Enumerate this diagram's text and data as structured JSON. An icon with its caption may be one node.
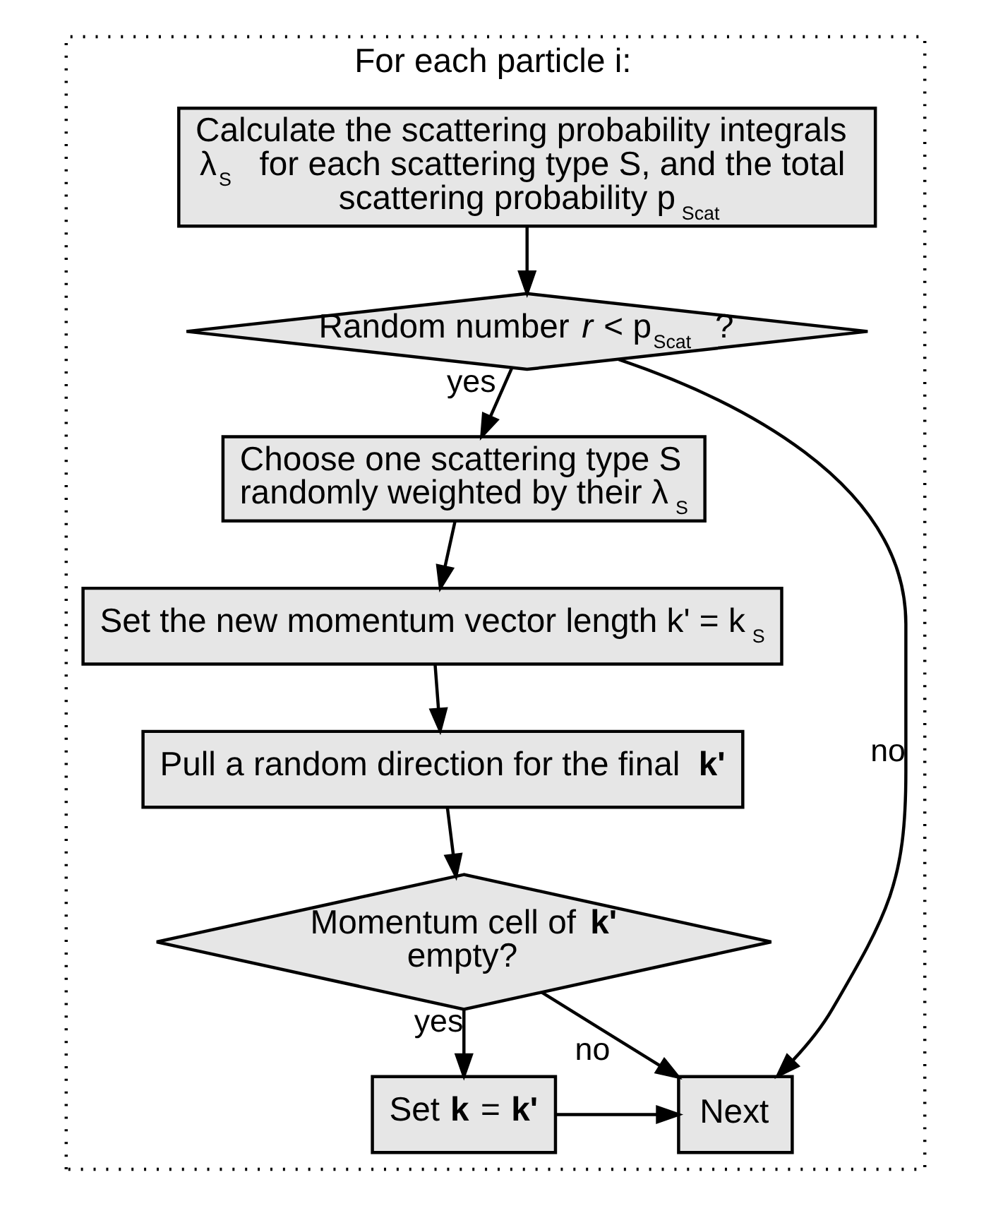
{
  "diagram": {
    "nodes": [
      {
        "text": [
          "For each particle i:"
        ]
      },
      {
        "text": [
          "Calculate the scattering probability integrals λ$_{S}$ for each scattering type S, and the total scattering probability p$_{Scat}$"
        ],
        "in": 0
      },
      {
        "text": [
          "Random number *r* < p$_{Scat}$ ?"
        ],
        "in": 0
      },
      {
        "text": [
          "Choose one scattering type S randomly weighted by their λ$_{S}$"
        ],
        "in": 0
      },
      {
        "text": [
          "Set the new momentum vector length k' = k$_{S}$"
        ],
        "in": 0
      },
      {
        "text": [
          "Pull a random direction for the final **k'**"
        ],
        "in": 0
      },
      {
        "text": [
          "Momentum cell of **k'** empty?"
        ],
        "in": 0
      },
      {
        "text": [
          "Set **k** = **k'**"
        ],
        "in": 0
      },
      {
        "text": [
          "Next"
        ],
        "in": 0
      }
    ],
    "edges": [
      {
        "from": 1,
        "to": 2,
        "arrow": "to"
      },
      {
        "from": 2,
        "to": 3,
        "arrow": "to",
        "label": "yes"
      },
      {
        "from": 2,
        "to": 8,
        "arrow": "to",
        "label": "no"
      },
      {
        "from": 3,
        "to": 4,
        "arrow": "to"
      },
      {
        "from": 4,
        "to": 5,
        "arrow": "to"
      },
      {
        "from": 5,
        "to": 6,
        "arrow": "to"
      },
      {
        "from": 6,
        "to": 7,
        "arrow": "to",
        "label": "yes"
      },
      {
        "from": 6,
        "to": 8,
        "arrow": "to",
        "label": "no"
      },
      {
        "from": 7,
        "to": 8,
        "arrow": "to"
      }
    ]
  }
}
